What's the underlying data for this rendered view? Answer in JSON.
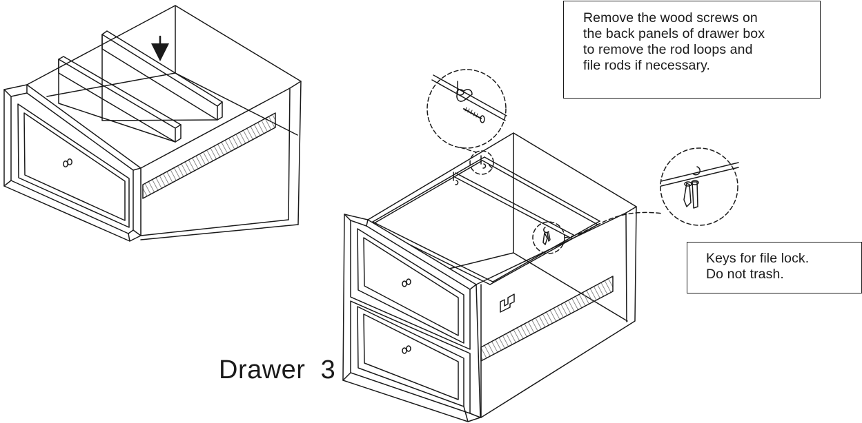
{
  "callouts": {
    "wood_screws": {
      "lines": [
        "Remove the wood screws on",
        "the back panels of drawer box",
        "to remove the rod loops and",
        "file rods if necessary."
      ]
    },
    "keys": {
      "lines": [
        "Keys for file lock.",
        "Do not trash."
      ]
    }
  },
  "drawer_label": "Drawer  3",
  "colors": {
    "ink": "#1a1a1a",
    "background": "#ffffff",
    "hatch": "#6b6b6b"
  },
  "icons": [
    "down-arrow-icon",
    "screw-icon",
    "rod-loop-icon",
    "key-icon",
    "lock-icon",
    "knob-icon"
  ]
}
